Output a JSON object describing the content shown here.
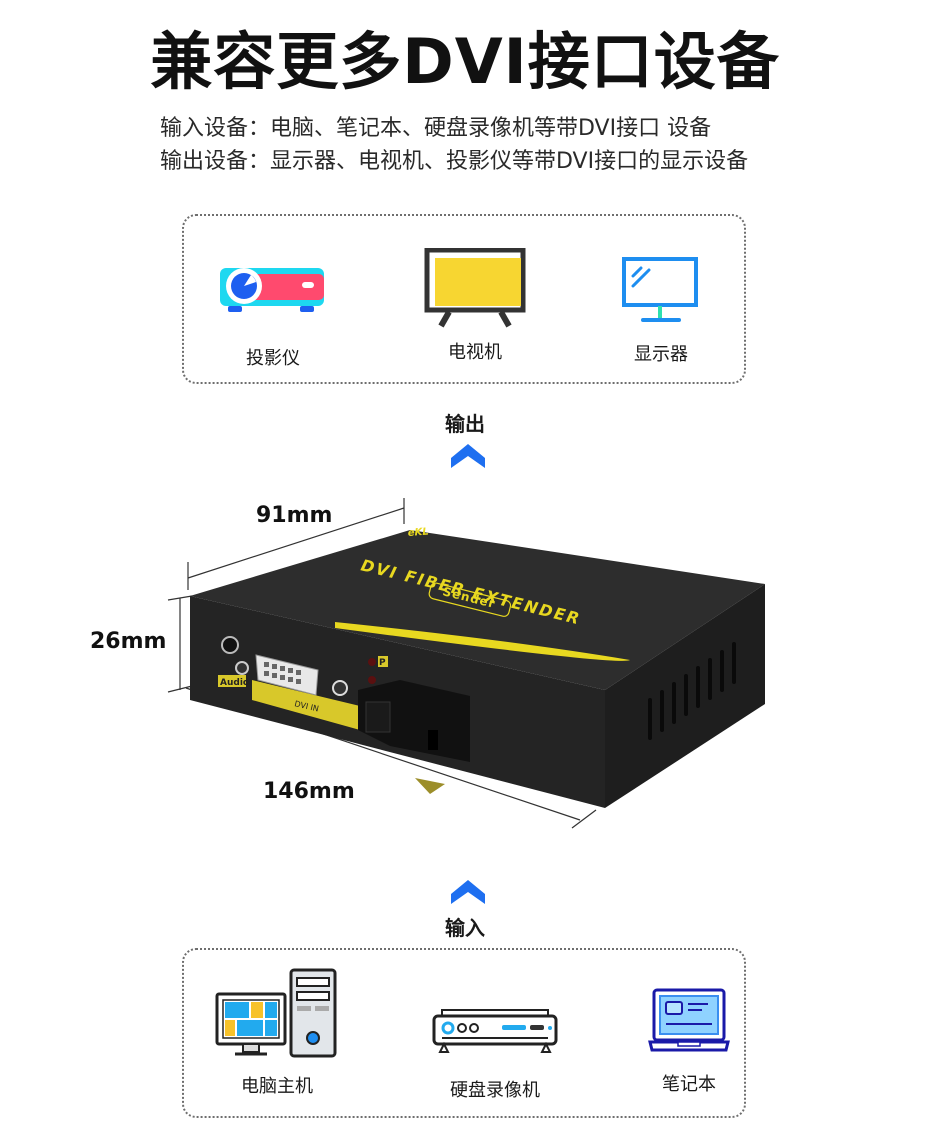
{
  "header": {
    "title": "兼容更多DVI接口设备",
    "input_line": "输入设备：电脑、笔记本、硬盘录像机等带DVI接口 设备",
    "output_line": "输出设备：显示器、电视机、投影仪等带DVI接口的显示设备"
  },
  "output_panel": {
    "flow_label": "输出",
    "devices": [
      {
        "label": "投影仪",
        "icon": "projector-icon"
      },
      {
        "label": "电视机",
        "icon": "tv-icon"
      },
      {
        "label": "显示器",
        "icon": "monitor-icon"
      }
    ]
  },
  "product": {
    "brand": "eKL",
    "name": "DVI FIBER EXTENDER",
    "model": "Sender",
    "ports": {
      "audio": "Audio",
      "dvi": "DVI IN",
      "led1": "P",
      "led2": "F"
    },
    "dimensions": {
      "depth": "91mm",
      "height": "26mm",
      "width": "146mm"
    }
  },
  "input_panel": {
    "flow_label": "输入",
    "devices": [
      {
        "label": "电脑主机",
        "icon": "desktop-computer-icon"
      },
      {
        "label": "硬盘录像机",
        "icon": "dvr-icon"
      },
      {
        "label": "笔记本",
        "icon": "laptop-icon"
      }
    ]
  },
  "colors": {
    "accent_blue": "#1e6ff0",
    "yellow": "#f7d631",
    "projector_cyan": "#1ed8f0",
    "projector_red": "#ff4a6e",
    "monitor_blue": "#1e8ef0",
    "laptop_navy": "#1a1aa8",
    "device_body": "#2a2a2a"
  }
}
